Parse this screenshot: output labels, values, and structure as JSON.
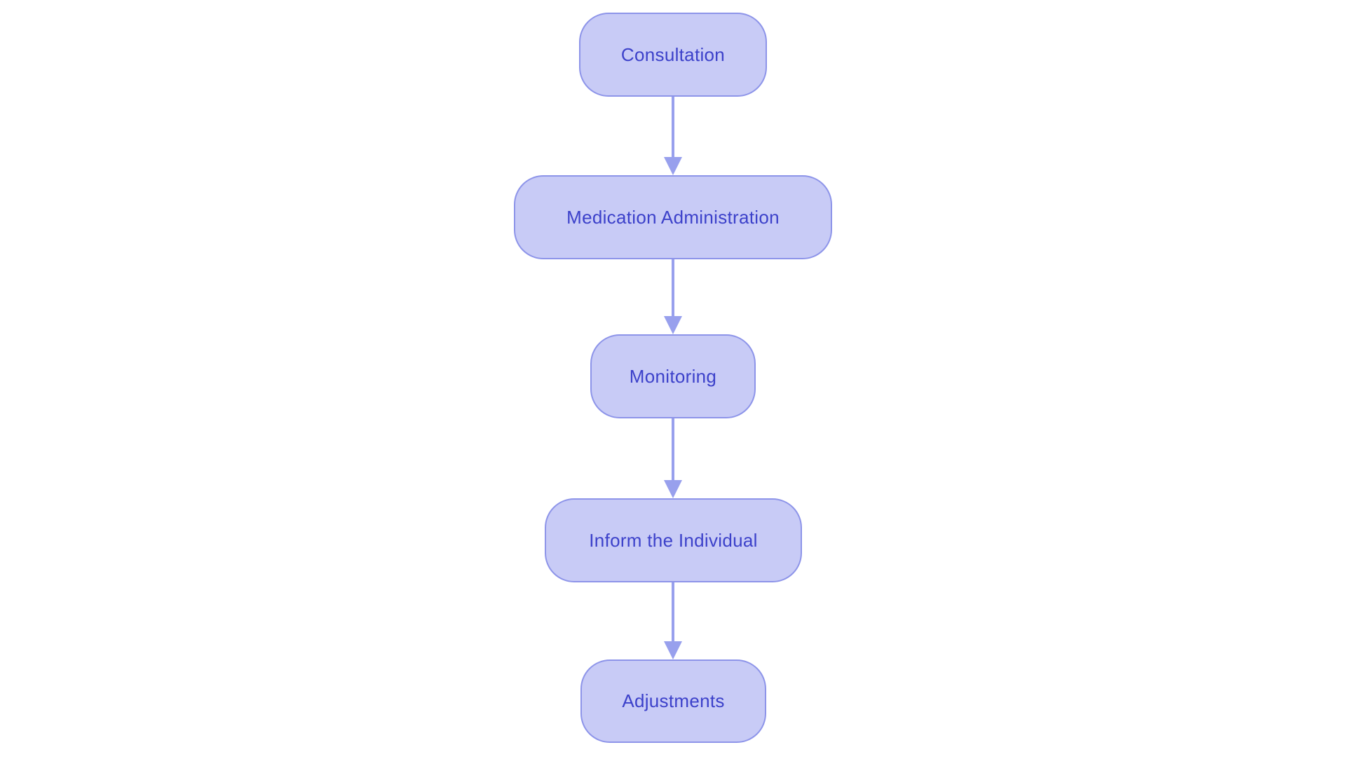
{
  "flowchart": {
    "type": "flowchart",
    "direction": "top-down",
    "theme": {
      "canvas_bg": "#ffffff",
      "node_fill": "#c8cbf6",
      "node_border": "#8d94e9",
      "label_color": "#3c41ca",
      "arrow_color": "#98a0ed"
    },
    "nodes": [
      {
        "label": "Consultation"
      },
      {
        "label": "Medication Administration"
      },
      {
        "label": "Monitoring"
      },
      {
        "label": "Inform the Individual"
      },
      {
        "label": "Adjustments"
      }
    ],
    "edges": [
      {
        "from": "Consultation",
        "to": "Medication Administration"
      },
      {
        "from": "Medication Administration",
        "to": "Monitoring"
      },
      {
        "from": "Monitoring",
        "to": "Inform the Individual"
      },
      {
        "from": "Inform the Individual",
        "to": "Adjustments"
      }
    ]
  }
}
